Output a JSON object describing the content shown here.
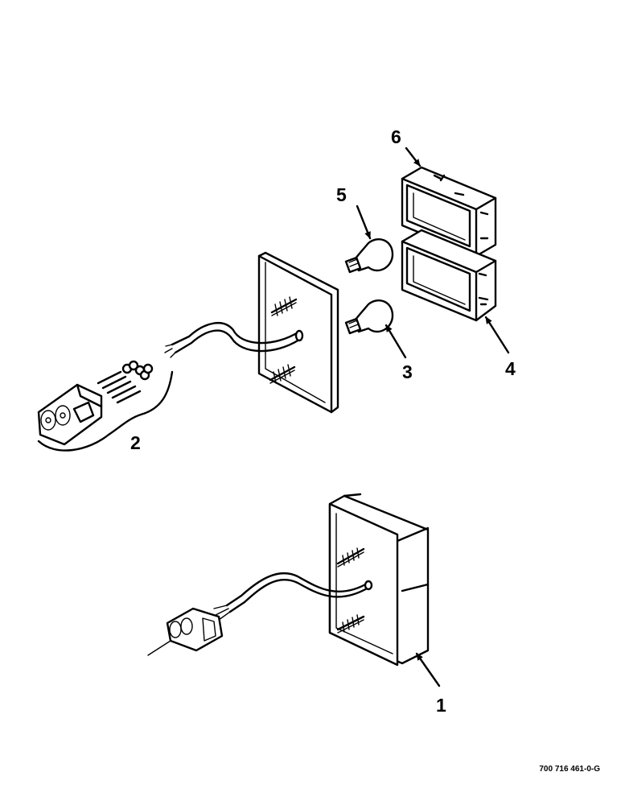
{
  "diagram": {
    "callouts": [
      {
        "id": "1",
        "label": "1"
      },
      {
        "id": "2",
        "label": "2"
      },
      {
        "id": "3",
        "label": "3"
      },
      {
        "id": "4",
        "label": "4"
      },
      {
        "id": "5",
        "label": "5"
      },
      {
        "id": "6",
        "label": "6"
      }
    ],
    "drawing_number": "700 716 461-0-G"
  }
}
